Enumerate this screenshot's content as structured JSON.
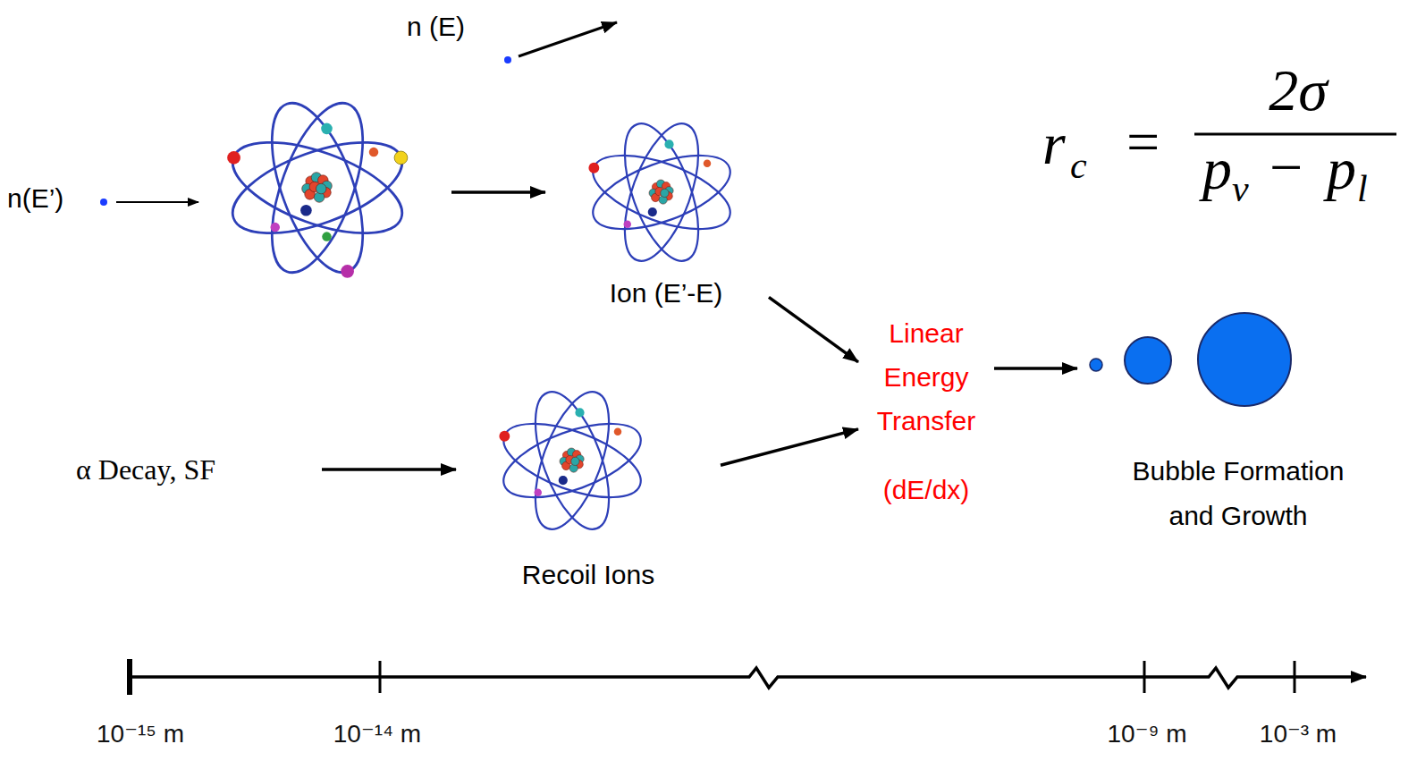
{
  "diagram": {
    "nodes": [
      {
        "text": [
          "Ion (E’-E)"
        ]
      },
      {
        "text": [
          "Linear Energy Transfer",
          "(dE/dx)"
        ]
      },
      {
        "text": [
          "Bubble Formation and Growth"
        ]
      },
      {
        "text": [
          "α Decay, SF"
        ]
      },
      {
        "text": [
          "Recoil Ions"
        ]
      }
    ],
    "edges": [
      {
        "from": 0,
        "to": 1,
        "arrow": "to"
      },
      {
        "from": 4,
        "to": 1,
        "arrow": "to"
      },
      {
        "from": 1,
        "to": 2,
        "arrow": "to"
      },
      {
        "from": 3,
        "to": 4,
        "arrow": "to"
      }
    ],
    "labels": [
      "n (E)",
      "n(E’)",
      "r",
      "c",
      "=",
      "2σ",
      "p",
      "v",
      "−",
      "p",
      "l",
      "10⁻¹⁵ m",
      "10⁻¹⁴ m",
      "10⁻⁹ m",
      "10⁻³ m"
    ]
  }
}
